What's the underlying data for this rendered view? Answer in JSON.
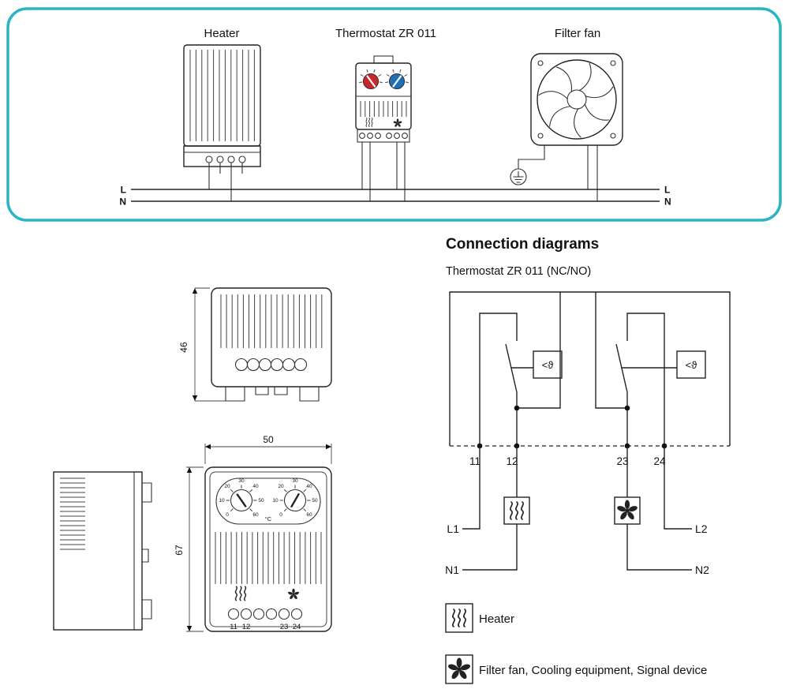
{
  "colors": {
    "panel_teal": "#2ab5c4",
    "knob_red": "#c8272d",
    "knob_blue": "#1c70b7",
    "line_dark": "#222222"
  },
  "top_panel": {
    "heater_label": "Heater",
    "thermostat_label": "Thermostat ZR 011",
    "fan_label": "Filter fan",
    "rail_l_left": "L",
    "rail_n_left": "N",
    "rail_l_right": "L",
    "rail_n_right": "N"
  },
  "drawings": {
    "dim_depth": "46",
    "dim_width": "50",
    "dim_height": "67",
    "dial": {
      "labels": [
        "0",
        "10",
        "20",
        "30",
        "40",
        "50",
        "60"
      ],
      "unit": "°C"
    },
    "terminal_labels": [
      "11",
      "12",
      "23",
      "24"
    ]
  },
  "connection": {
    "title": "Connection diagrams",
    "subtitle": "Thermostat ZR 011 (NC/NO)",
    "sensor_symbol": "<ϑ",
    "terminals": [
      "11",
      "12",
      "23",
      "24"
    ],
    "l1": "L1",
    "n1": "N1",
    "l2": "L2",
    "n2": "N2",
    "legend": [
      {
        "icon": "heater-waves-icon",
        "label": "Heater"
      },
      {
        "icon": "fan-propeller-icon",
        "label": "Filter fan, Cooling equipment, Signal device"
      }
    ]
  }
}
